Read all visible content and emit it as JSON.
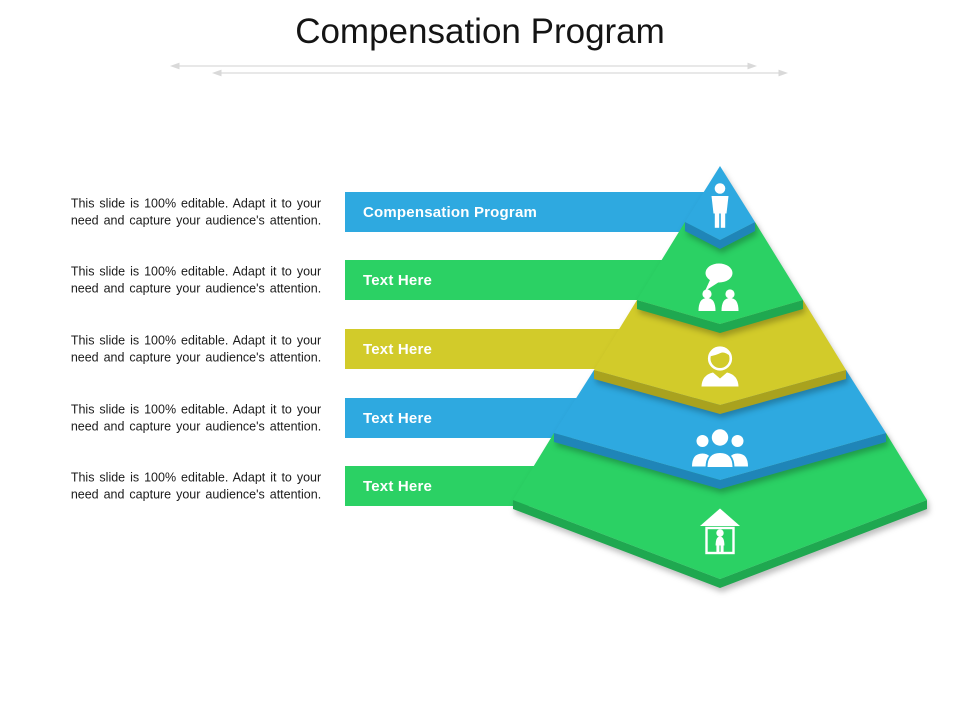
{
  "slide": {
    "title": "Compensation Program"
  },
  "description": {
    "line1": "This slide is 100% editable. Adapt it to your",
    "line2": "need and capture your audience's attention."
  },
  "pyramid": {
    "levels": [
      {
        "level": 1,
        "label": "Compensation Program",
        "color": "blue",
        "icon": "standing-person-icon"
      },
      {
        "level": 2,
        "label": "Text Here",
        "color": "green",
        "icon": "conversation-icon"
      },
      {
        "level": 3,
        "label": "Text Here",
        "color": "yellow",
        "icon": "businessman-icon"
      },
      {
        "level": 4,
        "label": "Text Here",
        "color": "blue",
        "icon": "team-icon"
      },
      {
        "level": 5,
        "label": "Text Here",
        "color": "green",
        "icon": "person-in-house-icon"
      }
    ]
  },
  "colors": {
    "blue": "#2EA9E0",
    "blue_dark": "#1F85B8",
    "green": "#2BD164",
    "green_dark": "#1FA850",
    "yellow": "#D2CB2A",
    "yellow_dark": "#A9A21E",
    "icon_white": "#FFFFFF",
    "arrow_gray": "#D9D9D9"
  }
}
